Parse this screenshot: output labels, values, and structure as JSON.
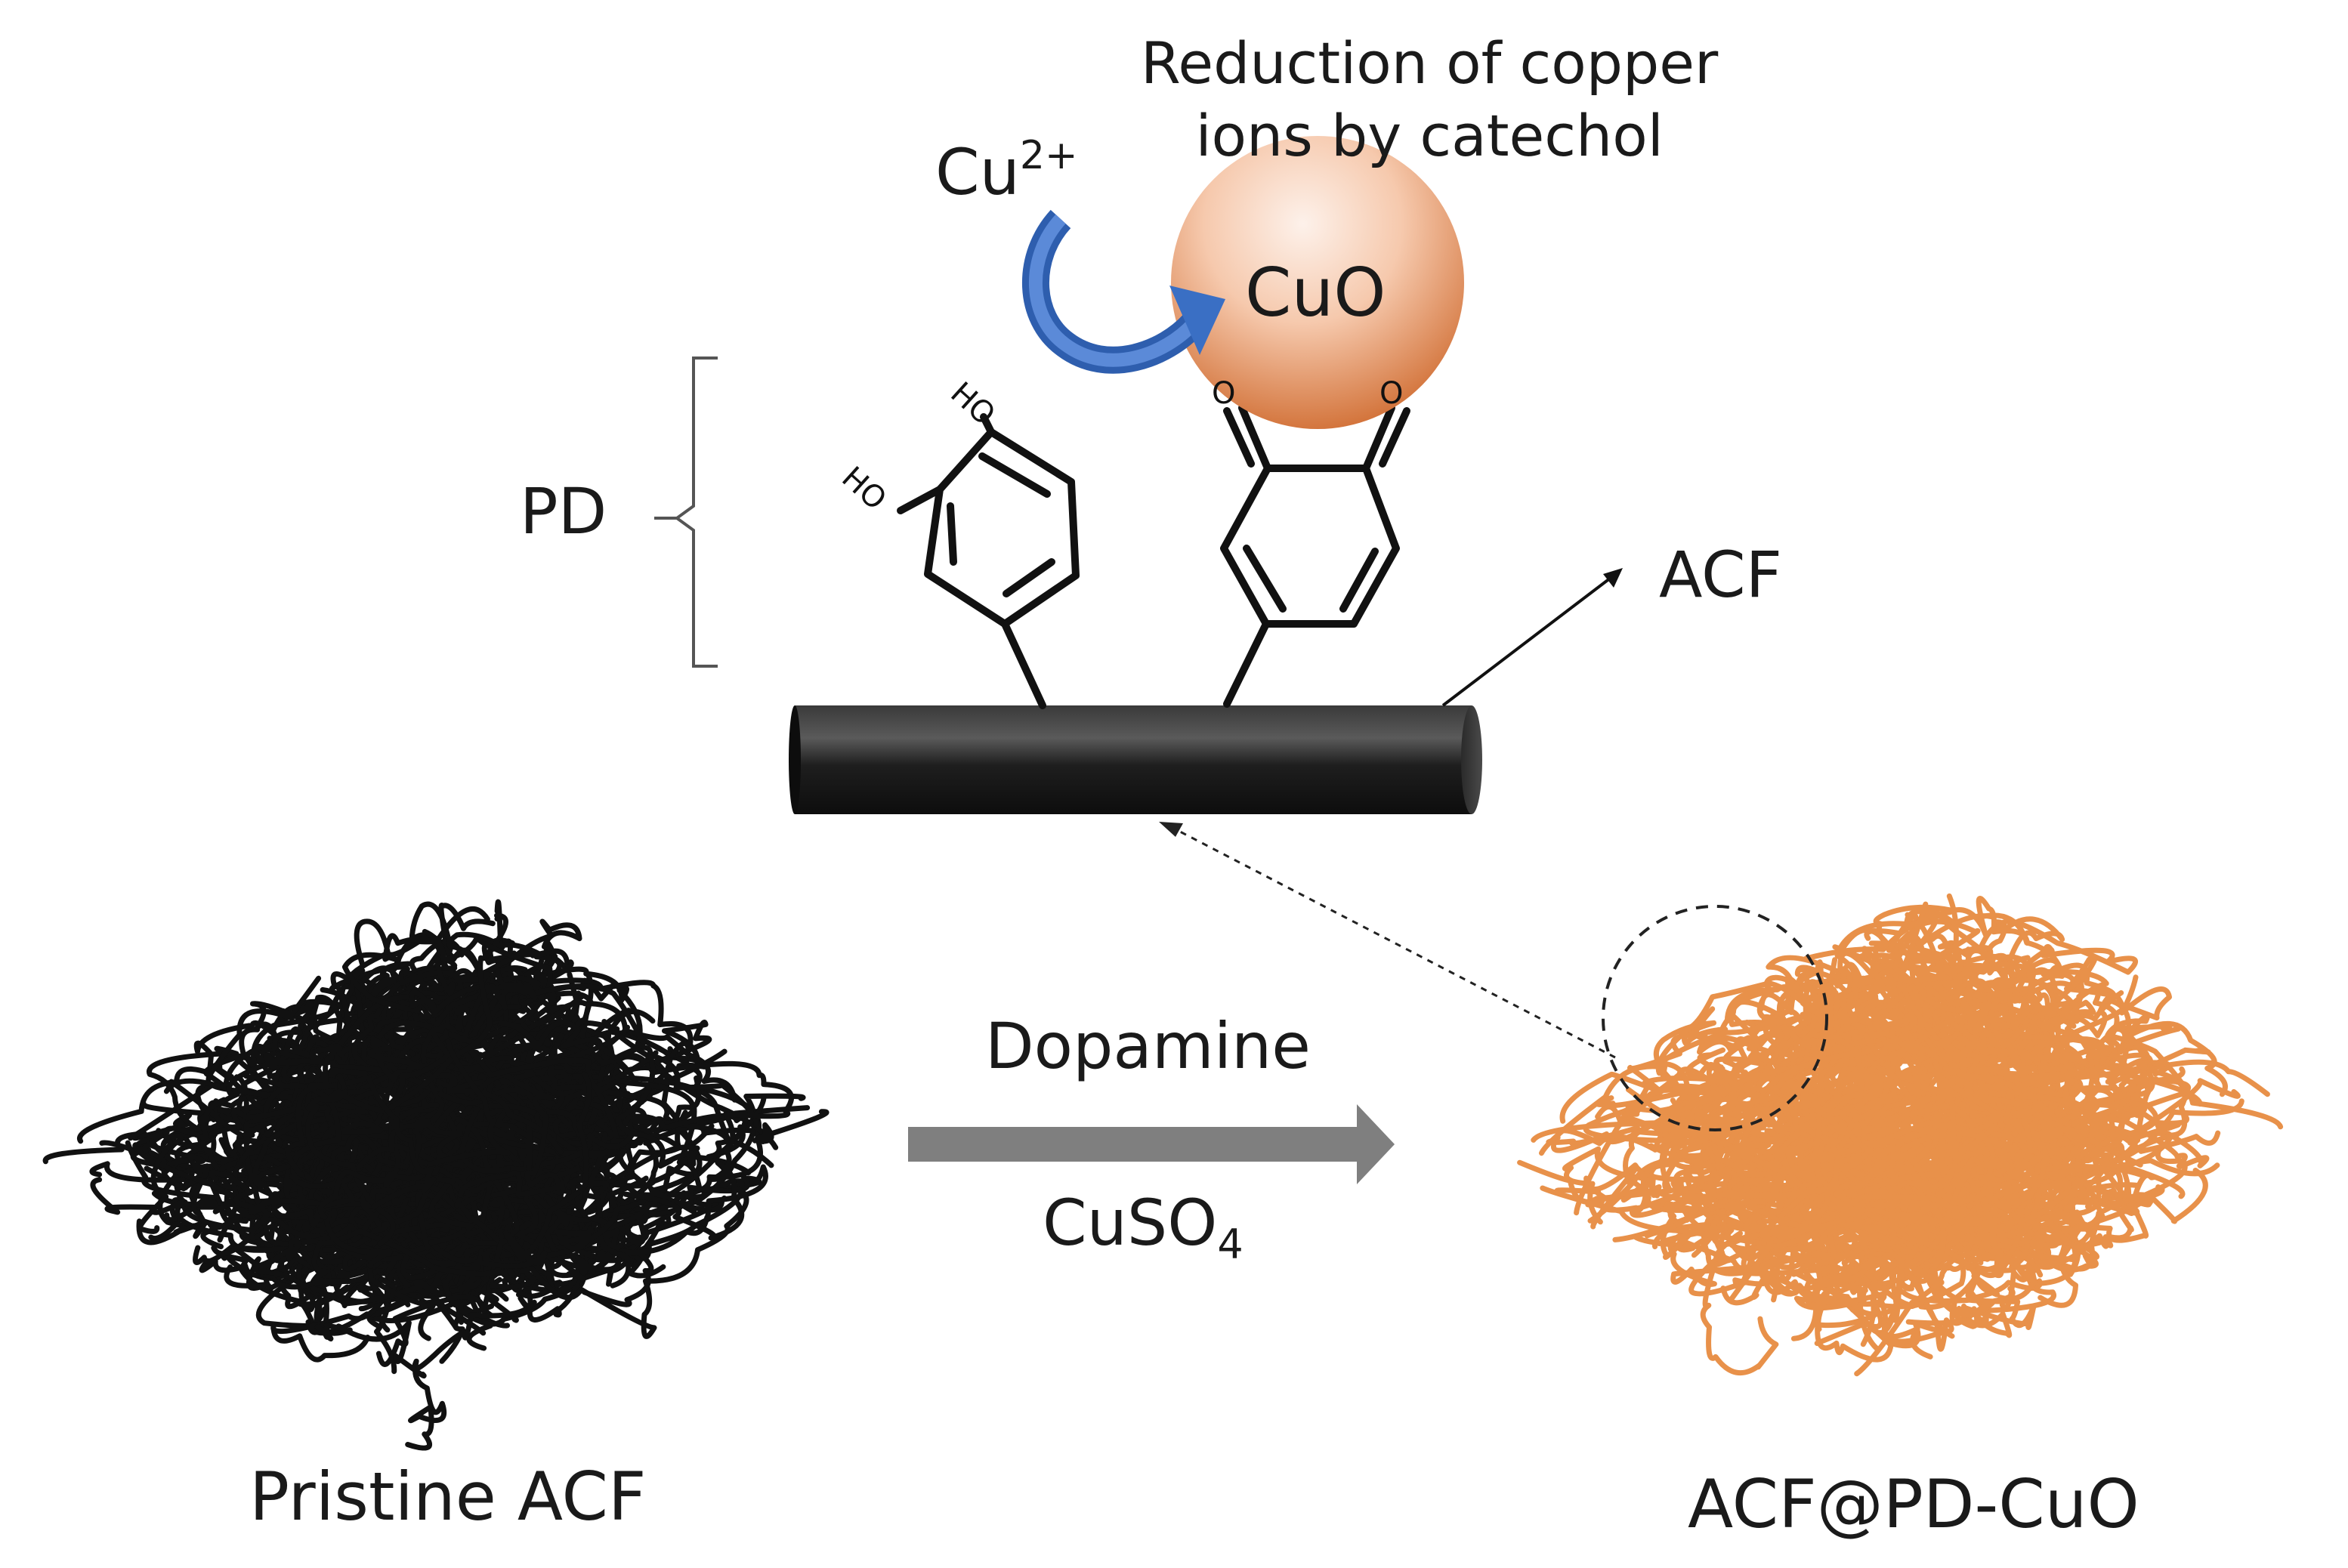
{
  "labels": {
    "reduction_line1": "Reduction of copper",
    "reduction_line2": "ions by catechol",
    "cu_base": "Cu",
    "cu_charge": "2+",
    "cuo": "CuO",
    "pd": "PD",
    "acf": "ACF",
    "hydroxyl": "HO",
    "oxygen": "O",
    "dopamine": "Dopamine",
    "cuso4_base": "CuSO",
    "cuso4_sub": "4",
    "pristine": "Pristine ACF",
    "product": "ACF@PD-CuO"
  },
  "colors": {
    "pristine_fiber": "#111111",
    "coated_fiber": "#e8914a",
    "cu_arrow": "#3a6fc4",
    "cuo_particle_light": "#fbe3d6",
    "cuo_particle_dark": "#cf6a2e",
    "reaction_arrow": "#7f7f7f",
    "fiber_rod": "#1c1c1c"
  }
}
